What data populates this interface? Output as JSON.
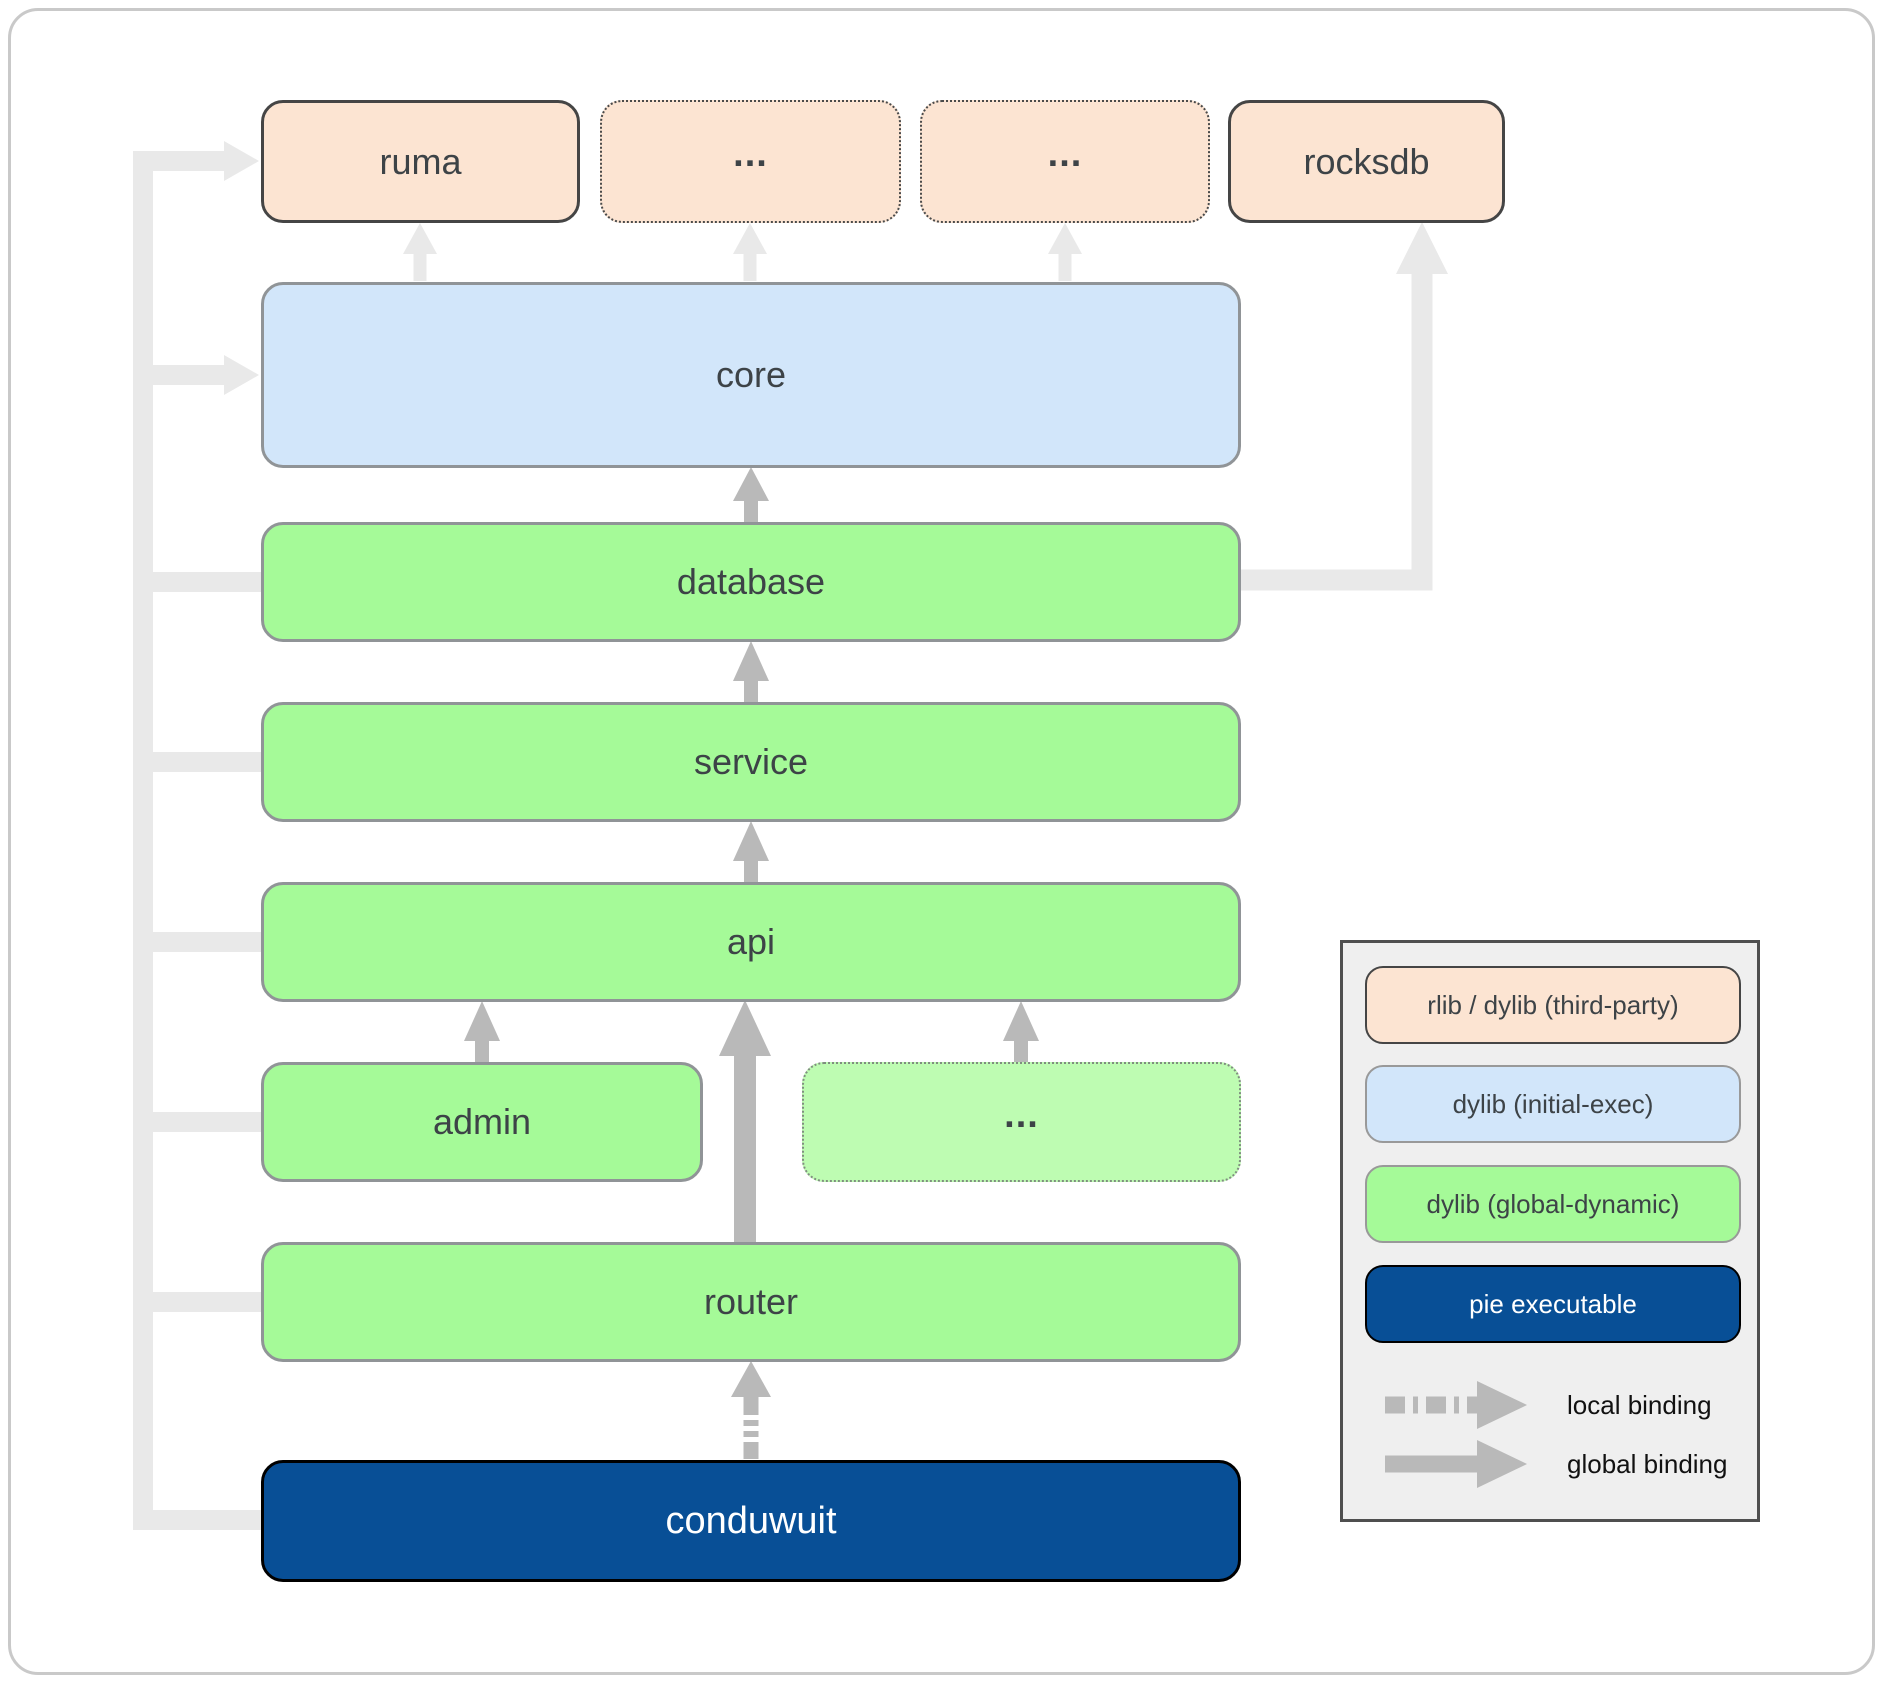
{
  "nodes": {
    "ruma": "ruma",
    "dep_a": "...",
    "dep_b": "...",
    "rocksdb": "rocksdb",
    "core": "core",
    "database": "database",
    "service": "service",
    "api": "api",
    "admin": "admin",
    "api_other": "...",
    "router": "router",
    "conduwuit": "conduwuit"
  },
  "legend": {
    "items": [
      {
        "label": "rlib / dylib (third-party)",
        "color": "#fce4d2"
      },
      {
        "label": "dylib (initial-exec)",
        "color": "#d2e6fa"
      },
      {
        "label": "dylib (global-dynamic)",
        "color": "#a5fa98"
      },
      {
        "label": "pie executable",
        "color": "#084f96"
      }
    ],
    "bindings": [
      {
        "label": "local binding",
        "style": "dashed"
      },
      {
        "label": "global binding",
        "style": "solid"
      }
    ]
  },
  "colors": {
    "third_party_fill": "#fce4d2",
    "initial_exec_fill": "#d2e6fa",
    "global_dynamic_fill": "#a5fa98",
    "global_dynamic_light_fill": "#befcb2",
    "pie_executable_fill": "#084f96",
    "local_edge": "#e9e9e9",
    "global_edge": "#b9b9b9",
    "frame_border": "#c9c9c9"
  }
}
